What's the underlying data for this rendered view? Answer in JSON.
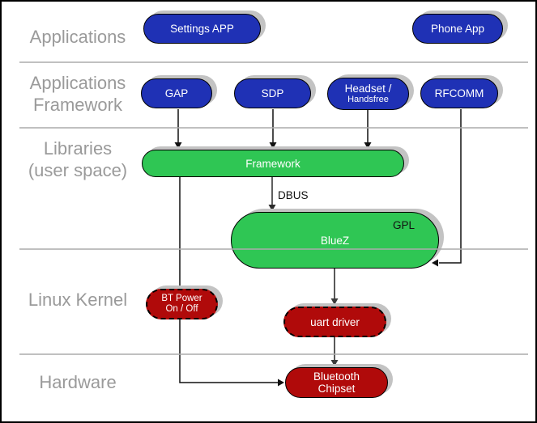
{
  "layers": {
    "applications": {
      "label": "Applications"
    },
    "applications_framework": {
      "line1": "Applications",
      "line2": "Framework"
    },
    "libraries": {
      "line1": "Libraries",
      "line2": "(user space)"
    },
    "linux_kernel": {
      "label": "Linux Kernel"
    },
    "hardware": {
      "label": "Hardware"
    }
  },
  "nodes": {
    "settings_app": {
      "label": "Settings APP",
      "color": "#1f31b5"
    },
    "phone_app": {
      "label": "Phone App",
      "color": "#1f31b5"
    },
    "gap": {
      "label": "GAP",
      "color": "#1f31b5"
    },
    "sdp": {
      "label": "SDP",
      "color": "#1f31b5"
    },
    "headset_handsfree": {
      "line1": "Headset /",
      "line2": "Handsfree",
      "color": "#1f31b5"
    },
    "rfcomm": {
      "label": "RFCOMM",
      "color": "#1f31b5"
    },
    "framework": {
      "label": "Framework",
      "color": "#2fc654"
    },
    "bluez": {
      "label": "BlueZ",
      "badge": "GPL",
      "color": "#2fc654"
    },
    "bt_power": {
      "line1": "BT Power",
      "line2": "On / Off",
      "color": "#b00a0a",
      "border_style": "dashed"
    },
    "uart_driver": {
      "label": "uart driver",
      "color": "#b00a0a",
      "border_style": "dashed"
    },
    "bluetooth_chipset": {
      "line1": "Bluetooth",
      "line2": "Chipset",
      "color": "#b00a0a"
    }
  },
  "edges": {
    "dbus_label": "DBUS"
  },
  "colors": {
    "app_blue": "#1f31b5",
    "lib_green": "#2fc654",
    "kernel_red": "#b00a0a",
    "layer_label_gray": "#9a9a9a",
    "divider_gray": "#ababab",
    "pill_shadow_gray": "#c3c3c3",
    "arrow_black": "#111111",
    "arrow_dark_gray": "#3c3c3c"
  }
}
